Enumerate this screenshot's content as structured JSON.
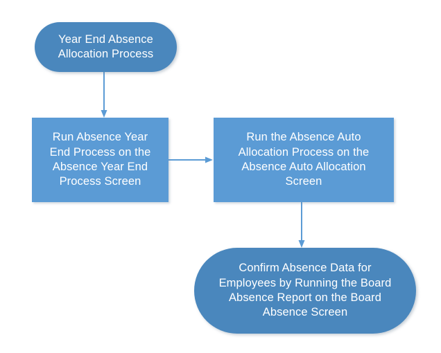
{
  "diagram": {
    "type": "flowchart",
    "title": "Year End Absence Allocation Process",
    "orientation": "top-down",
    "colors": {
      "background": "#ffffff",
      "process_fill": "#5B9BD5",
      "terminator_fill": "#4A87BD",
      "text": "#ffffff",
      "connector": "#5B9BD5"
    },
    "nodes": [
      {
        "id": "start",
        "shape": "stadium",
        "text": "Year End Absence\nAllocation Process"
      },
      {
        "id": "year-end-process",
        "shape": "rectangle",
        "text": "Run Absence Year\nEnd Process on the\nAbsence Year End\nProcess Screen"
      },
      {
        "id": "auto-allocation",
        "shape": "rectangle",
        "text": "Run the Absence Auto\nAllocation Process on the\nAbsence Auto Allocation\nScreen"
      },
      {
        "id": "confirm-absence",
        "shape": "stadium",
        "text": "Confirm Absence Data for\nEmployees by Running the Board\nAbsence Report on the Board\nAbsence Screen"
      }
    ],
    "connectors": [
      {
        "id": "start-to-year-end",
        "from": "start",
        "to": "year-end-process",
        "direction": "down"
      },
      {
        "id": "year-end-to-auto",
        "from": "year-end-process",
        "to": "auto-allocation",
        "direction": "right"
      },
      {
        "id": "auto-to-confirm",
        "from": "auto-allocation",
        "to": "confirm-absence",
        "direction": "down"
      }
    ]
  }
}
